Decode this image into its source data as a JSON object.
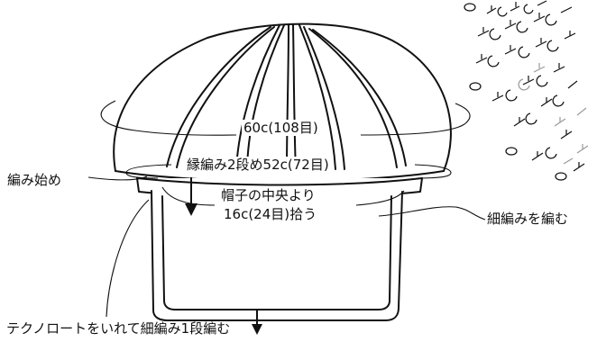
{
  "labels": {
    "crown_circumference": "60c(108目)",
    "edge_rows": "縁編み2段め52c(72目)",
    "brim_pickup_line1": "帽子の中央より",
    "brim_pickup_line2": "16c(24目)拾う",
    "start": "編み始め",
    "single_crochet": "細編みを編む",
    "techno_rote": "テクノロートをいれて細編み1段編む"
  }
}
